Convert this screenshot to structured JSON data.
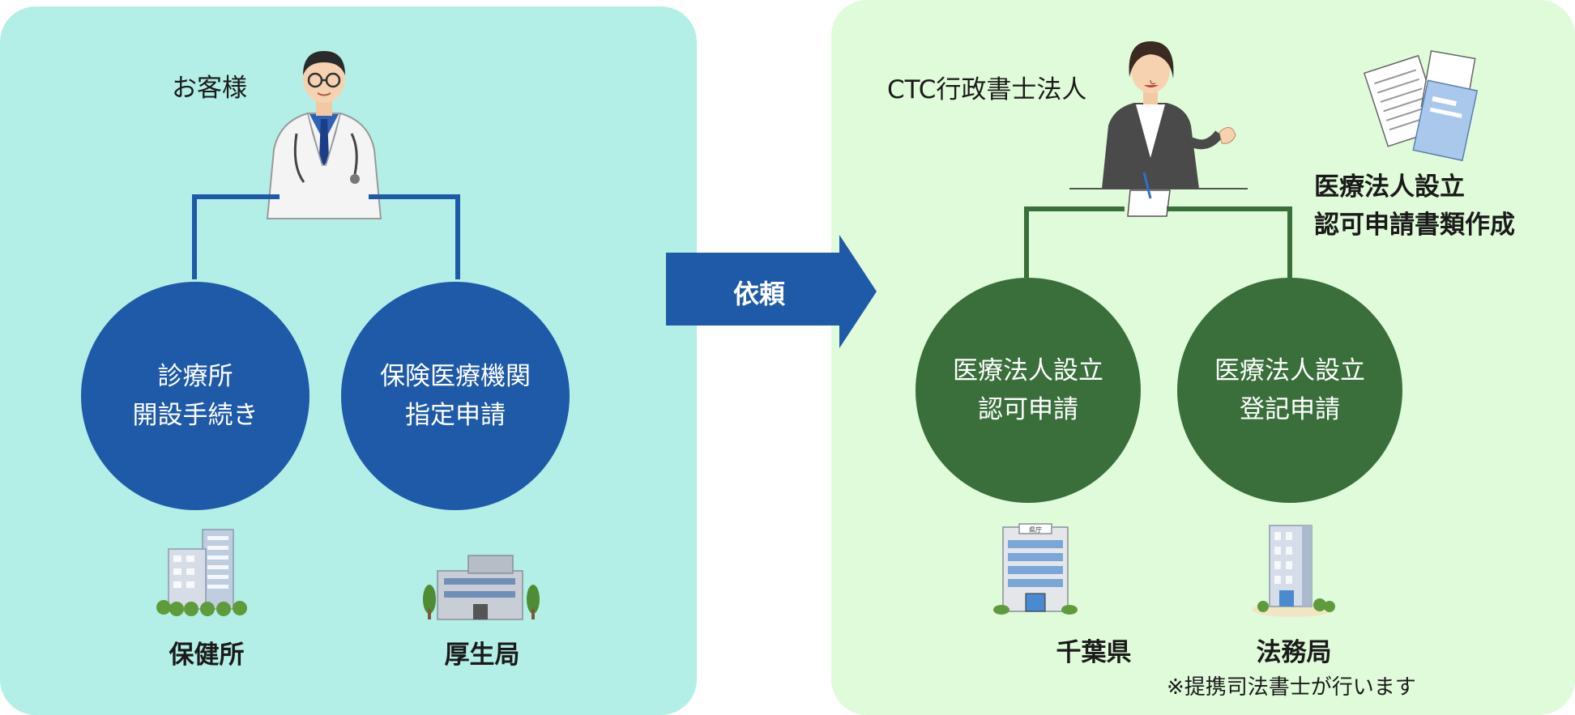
{
  "left": {
    "client_label": "お客様",
    "circle1": {
      "line1": "診療所",
      "line2": "開設手続き"
    },
    "circle2": {
      "line1": "保険医療機関",
      "line2": "指定申請"
    },
    "office1": "保健所",
    "office2": "厚生局"
  },
  "arrow": {
    "label": "依頼"
  },
  "right": {
    "firm_label": "CTC行政書士法人",
    "documents": {
      "line1": "医療法人設立",
      "line2": "認可申請書類作成"
    },
    "circle1": {
      "line1": "医療法人設立",
      "line2": "認可申請"
    },
    "circle2": {
      "line1": "医療法人設立",
      "line2": "登記申請"
    },
    "office1": "千葉県",
    "office2": "法務局",
    "note": "※提携司法書士が行います",
    "building_sign": "県庁"
  },
  "colors": {
    "left_panel": "#b3efe6",
    "right_panel": "#e0fbda",
    "blue": "#1e5aa8",
    "green": "#3a6f3c"
  }
}
